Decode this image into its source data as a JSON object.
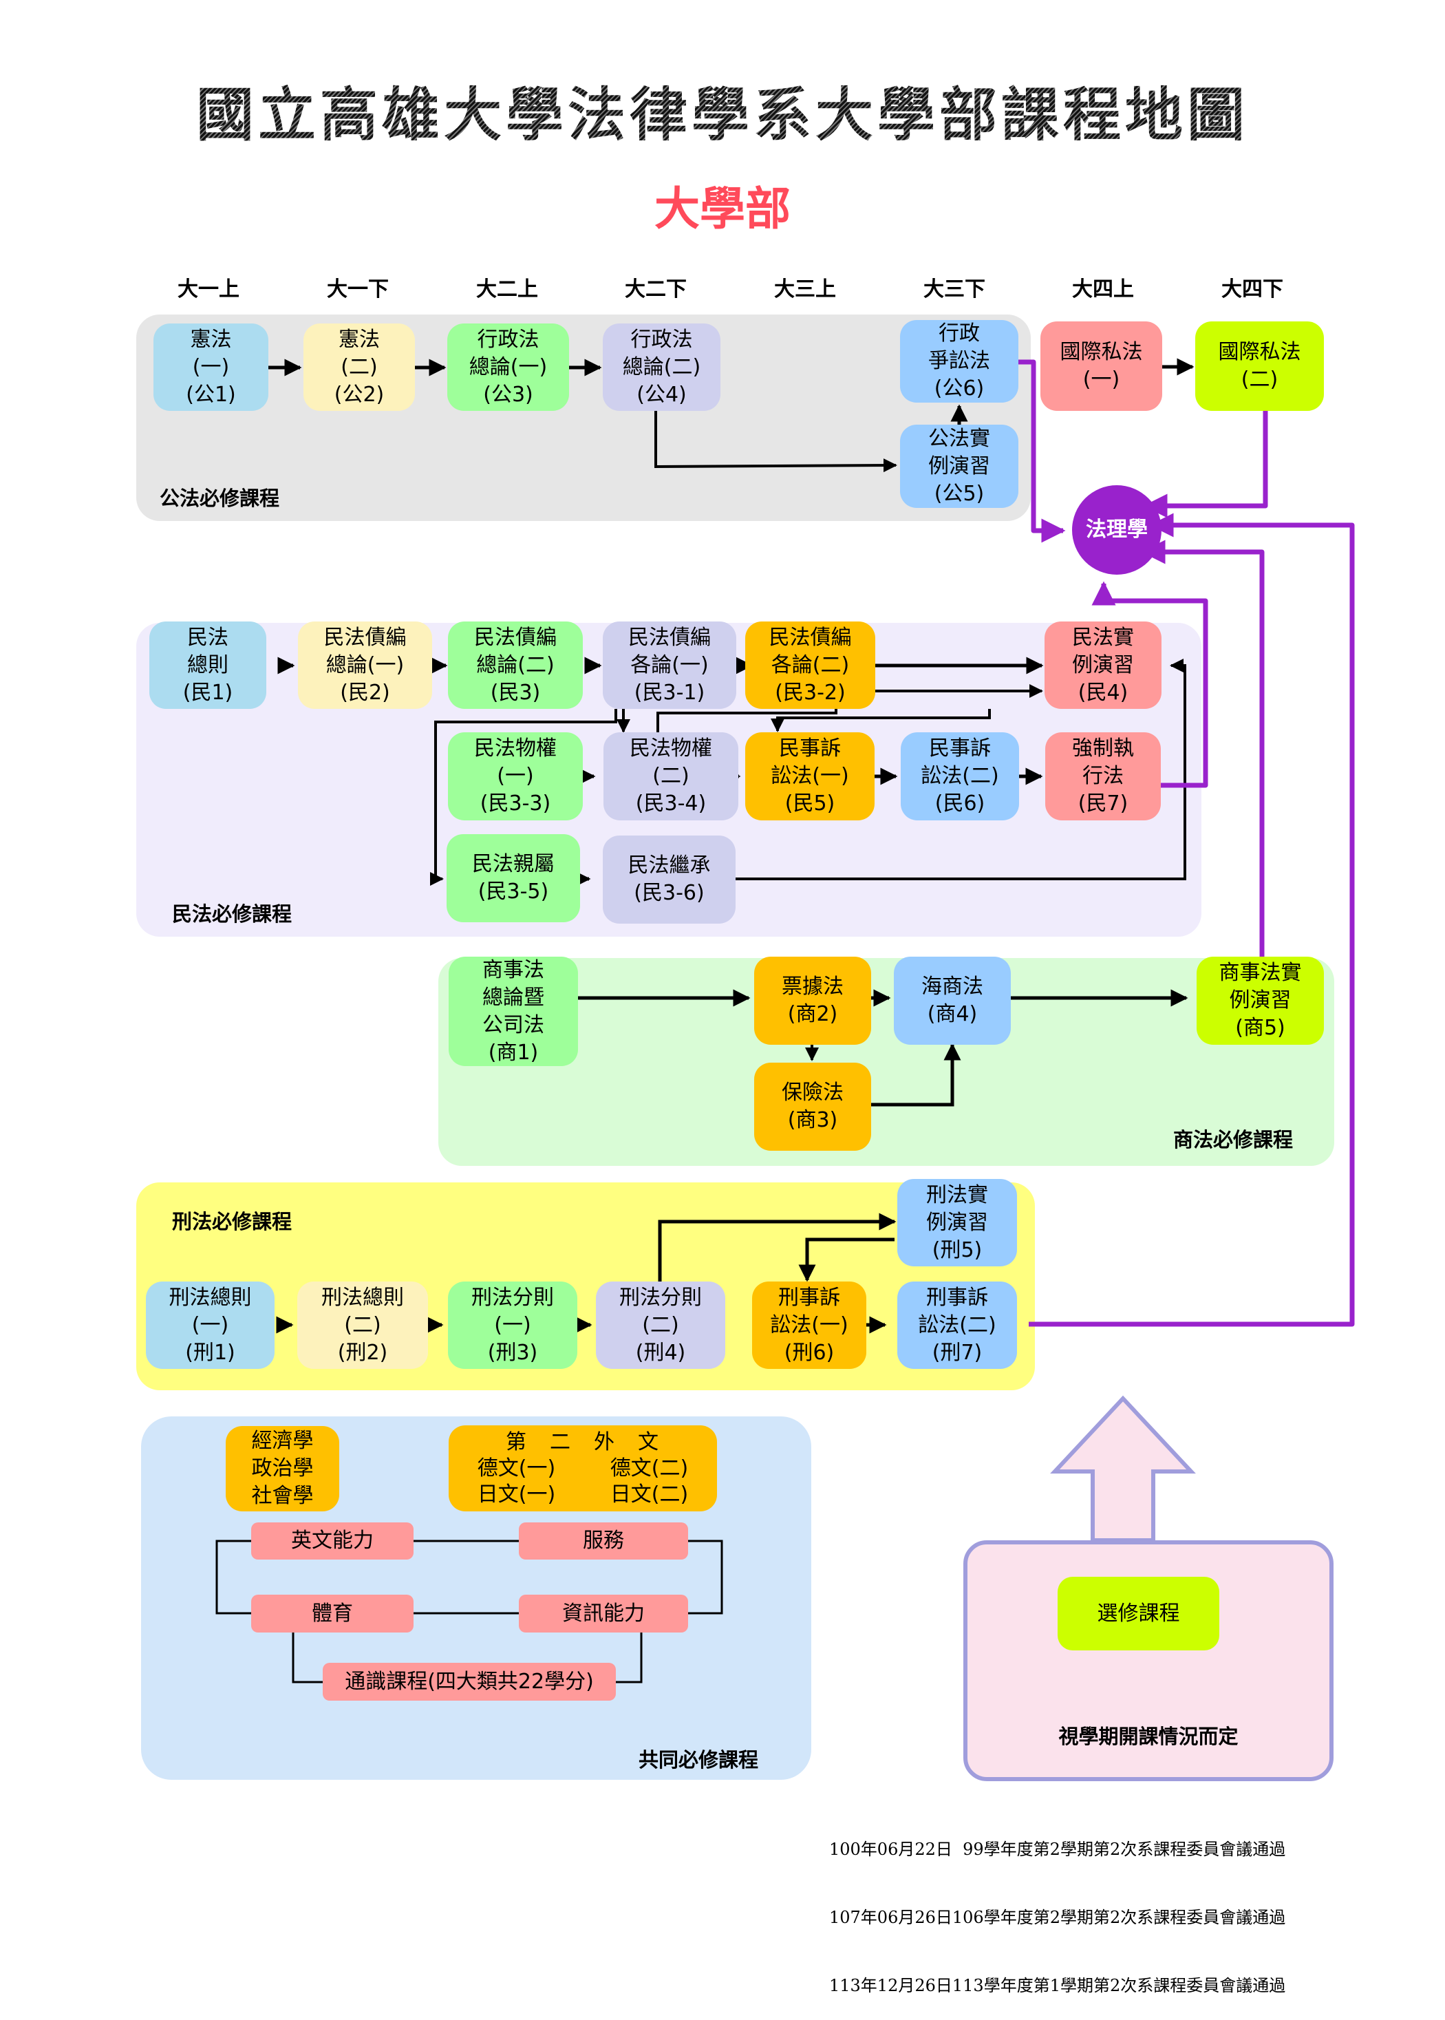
{
  "header": {
    "title": "國立高雄大學法律學系大學部課程地圖",
    "subtitle": "大學部"
  },
  "semesters": [
    "大一上",
    "大一下",
    "大二上",
    "大二下",
    "大三上",
    "大三下",
    "大四上",
    "大四下"
  ],
  "colors": {
    "public_bg": "#e6e6e6",
    "civil_bg": "#f0ecfc",
    "commercial_bg": "#d9fcd6",
    "criminal_bg": "#ffff80",
    "common_bg": "#d2e6fa",
    "elective_bg": "#fbe2ec",
    "elective_border": "#a09ddc",
    "jurisprudence": "#9922cc",
    "purple_line": "#9922cc",
    "title_sub": "#ff4a5a"
  },
  "sections": {
    "public": {
      "label": "公法必修課程",
      "courses": {
        "p1": [
          "憲法",
          "(一)",
          "(公1)"
        ],
        "p2": [
          "憲法",
          "(二)",
          "(公2)"
        ],
        "p3": [
          "行政法",
          "總論(一)",
          "(公3)"
        ],
        "p4": [
          "行政法",
          "總論(二)",
          "(公4)"
        ],
        "p6": [
          "行政",
          "爭訟法",
          "(公6)"
        ],
        "p5": [
          "公法實",
          "例演習",
          "(公5)"
        ]
      }
    },
    "international": {
      "i1": [
        "國際私法",
        "(一)"
      ],
      "i2": [
        "國際私法",
        "(二)"
      ]
    },
    "jurisprudence": "法理學",
    "civil": {
      "label": "民法必修課程",
      "courses": {
        "c1": [
          "民法",
          "總則",
          "(民1)"
        ],
        "c2": [
          "民法債編",
          "總論(一)",
          "(民2)"
        ],
        "c3": [
          "民法債編",
          "總論(二)",
          "(民3)"
        ],
        "c31": [
          "民法債編",
          "各論(一)",
          "(民3-1)"
        ],
        "c32": [
          "民法債編",
          "各論(二)",
          "(民3-2)"
        ],
        "c4": [
          "民法實",
          "例演習",
          "(民4)"
        ],
        "c33": [
          "民法物權",
          "(一)",
          "(民3-3)"
        ],
        "c34": [
          "民法物權",
          "(二)",
          "(民3-4)"
        ],
        "c5": [
          "民事訴",
          "訟法(一)",
          "(民5)"
        ],
        "c6": [
          "民事訴",
          "訟法(二)",
          "(民6)"
        ],
        "c7": [
          "強制執",
          "行法",
          "(民7)"
        ],
        "c35": [
          "民法親屬",
          "(民3-5)"
        ],
        "c36": [
          "民法繼承",
          "(民3-6)"
        ]
      }
    },
    "commercial": {
      "label": "商法必修課程",
      "courses": {
        "m1": [
          "商事法",
          "總論暨",
          "公司法",
          "(商1)"
        ],
        "m2": [
          "票據法",
          "(商2)"
        ],
        "m3": [
          "保險法",
          "(商3)"
        ],
        "m4": [
          "海商法",
          "(商4)"
        ],
        "m5": [
          "商事法實",
          "例演習",
          "(商5)"
        ]
      }
    },
    "criminal": {
      "label": "刑法必修課程",
      "courses": {
        "k1": [
          "刑法總則",
          "(一)",
          "(刑1)"
        ],
        "k2": [
          "刑法總則",
          "(二)",
          "(刑2)"
        ],
        "k3": [
          "刑法分則",
          "(一)",
          "(刑3)"
        ],
        "k4": [
          "刑法分則",
          "(二)",
          "(刑4)"
        ],
        "k6": [
          "刑事訴",
          "訟法(一)",
          "(刑6)"
        ],
        "k7": [
          "刑事訴",
          "訟法(二)",
          "(刑7)"
        ],
        "k5": [
          "刑法實",
          "例演習",
          "(刑5)"
        ]
      }
    },
    "common": {
      "label": "共同必修課程",
      "social": [
        "經濟學",
        "政治學",
        "社會學"
      ],
      "foreign": {
        "heading": "第　二　外　文",
        "rows": [
          [
            "德文(一)",
            "德文(二)"
          ],
          [
            "日文(一)",
            "日文(二)"
          ]
        ]
      },
      "english": "英文能力",
      "service": "服務",
      "pe": "體育",
      "it": "資訊能力",
      "general": "通識課程(四大類共22學分)"
    },
    "elective": {
      "label": "選修課程",
      "note": "視學期開課情況而定"
    }
  },
  "footer": [
    "100年06月22日  99學年度第2學期第2次系課程委員會議通過",
    "107年06月26日106學年度第2學期第2次系課程委員會議通過",
    "113年12月26日113學年度第1學期第2次系課程委員會議通過"
  ]
}
